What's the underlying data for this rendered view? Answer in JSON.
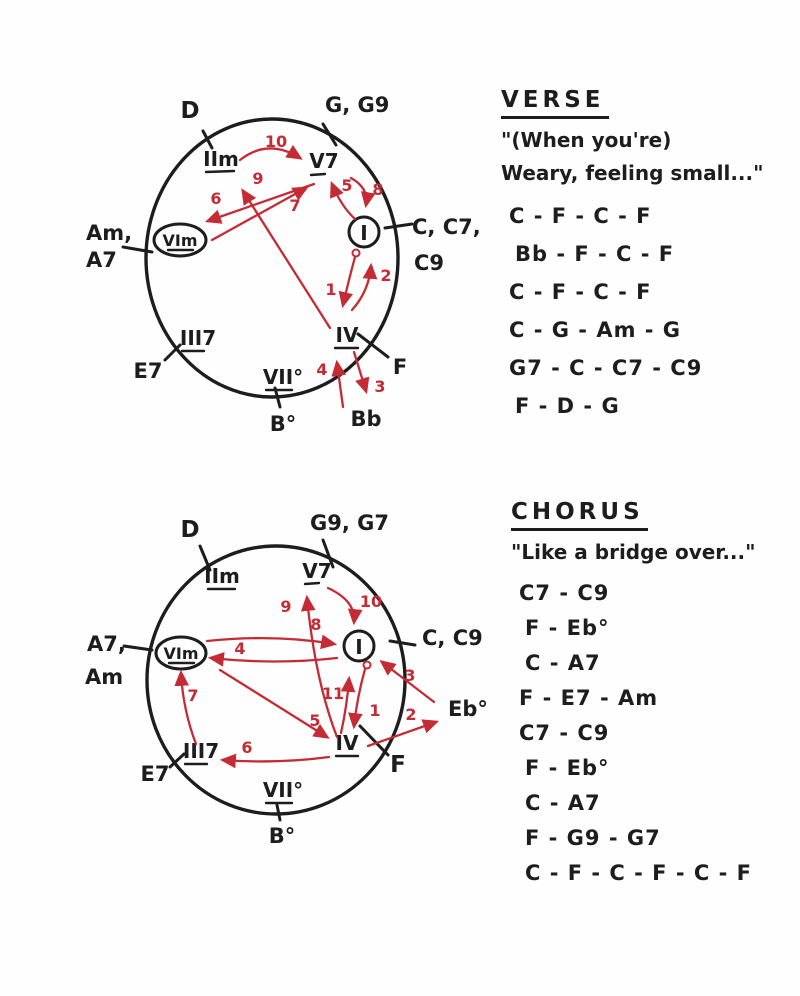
{
  "verse": {
    "heading": "VERSE",
    "lyrics": [
      "\"(When you're)",
      "Weary, feeling small...\""
    ],
    "progressions": [
      "C - F - C - F",
      "Bb - F - C - F",
      "C - F - C - F",
      "C - G - Am - G",
      "G7 - C - C7 - C9",
      "F - D - G"
    ]
  },
  "chorus": {
    "heading": "CHORUS",
    "lyrics": [
      "\"Like a bridge over...\""
    ],
    "progressions": [
      "C7 - C9",
      "F - Eb°",
      "C - A7",
      "F - E7 - Am",
      "C7 - C9",
      "F - Eb°",
      "C - A7",
      "F - G9 - G7",
      "C - F - C - F - C - F"
    ]
  },
  "top_diagram": {
    "degrees": {
      "iim": "IIm",
      "v7": "V7",
      "vim": "VIm",
      "i": "I",
      "iii7": "III7",
      "vii_dim": "VII°",
      "iv": "IV"
    },
    "chords": {
      "d": "D",
      "g_g9": "G, G9",
      "am": "Am,",
      "a7": "A7",
      "c_c7": "C, C7,",
      "c9": "C9",
      "e7": "E7",
      "b_dim": "B°",
      "f": "F",
      "bb": "Bb"
    },
    "steps": {
      "s1": "1",
      "s2": "2",
      "s3": "3",
      "s4": "4",
      "s5": "5",
      "s6": "6",
      "s7": "7",
      "s8": "8",
      "s9": "9",
      "s10": "10"
    }
  },
  "bottom_diagram": {
    "degrees": {
      "iim": "IIm",
      "v7": "V7",
      "vim": "VIm",
      "i": "I",
      "iii7": "III7",
      "vii_dim": "VII°",
      "iv": "IV"
    },
    "chords": {
      "d": "D",
      "g9_g7": "G9, G7",
      "a7": "A7,",
      "am": "Am",
      "c_c9": "C, C9",
      "e7": "E7",
      "b_dim": "B°",
      "f": "F",
      "eb_dim": "Eb°"
    },
    "steps": {
      "s1": "1",
      "s2": "2",
      "s3": "3",
      "s4": "4",
      "s5": "5",
      "s6": "6",
      "s7": "7",
      "s8": "8",
      "s9": "9",
      "s10": "10",
      "s11": "11"
    }
  },
  "colors": {
    "ink": "#1d1d1d",
    "accent_red": "#c42b34",
    "background": "#fefefe"
  }
}
